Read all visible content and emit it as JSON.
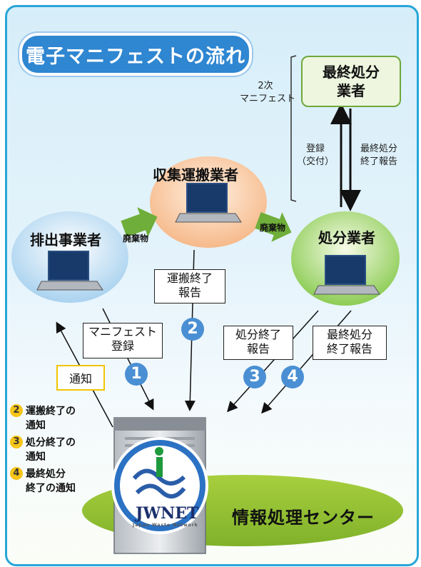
{
  "title": "電子マニフェストの流れ",
  "nodes": {
    "emitter": "排出事業者",
    "transporter": "収集運搬業者",
    "processor": "処分業者",
    "final_line1": "最終処分",
    "final_line2": "業者",
    "center": "情報処理センター",
    "logo_text": "JWNET",
    "logo_sub": "Japan Waste Network"
  },
  "waste_labels": [
    "廃棄物",
    "廃棄物"
  ],
  "second_manifest": {
    "line1": "2次",
    "line2": "マニフェスト"
  },
  "registration": {
    "line1": "登録",
    "line2": "（交付）"
  },
  "final_report": {
    "line1": "最終処分",
    "line2": "終了報告"
  },
  "report_boxes": {
    "manifest": {
      "line1": "マニフェスト",
      "line2": "登録",
      "num": "1"
    },
    "transport": {
      "line1": "運搬終了",
      "line2": "報告",
      "num": "2"
    },
    "disposal": {
      "line1": "処分終了",
      "line2": "報告",
      "num": "3"
    },
    "final": {
      "line1": "最終処分",
      "line2": "終了報告",
      "num": "4"
    }
  },
  "notice": "通知",
  "legend": [
    {
      "num": "2",
      "line1": "運搬終了の",
      "line2": "通知"
    },
    {
      "num": "3",
      "line1": "処分終了の",
      "line2": "通知"
    },
    {
      "num": "4",
      "line1": "最終処分",
      "line2": "終了の通知"
    }
  ],
  "colors": {
    "border": "#28a6d8",
    "title_bg": "#2f86d1",
    "step_circle": "#4a8fd3",
    "legend_num": "#f5c518",
    "green_arrow": "#6fae3a"
  }
}
